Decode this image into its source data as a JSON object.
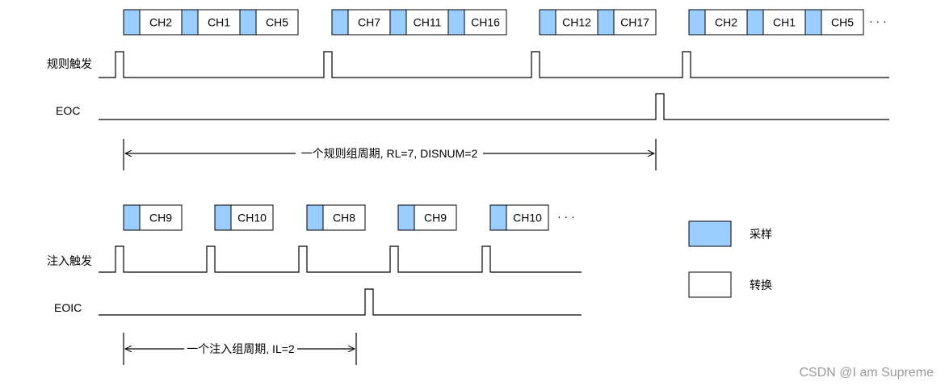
{
  "colors": {
    "sample": "#99ccff",
    "convert": "#ffffff",
    "line": "#000000",
    "watermark": "#9a9a9a"
  },
  "regular": {
    "groups": [
      [
        "CH2",
        "CH1",
        "CH5"
      ],
      [
        "CH7",
        "CH11",
        "CH16"
      ],
      [
        "CH12",
        "CH17"
      ],
      [
        "CH2",
        "CH1",
        "CH5"
      ]
    ],
    "ellipsis": "· · ·",
    "trigger_label": "规则触发",
    "eoc_label": "EOC",
    "period_label": "一个规则组周期, RL=7, DISNUM=2"
  },
  "injected": {
    "groups": [
      [
        "CH9"
      ],
      [
        "CH10"
      ],
      [
        "CH8"
      ],
      [
        "CH9"
      ],
      [
        "CH10"
      ]
    ],
    "ellipsis": "· · ·",
    "trigger_label": "注入触发",
    "eoic_label": "EOIC",
    "period_label": "一个注入组周期, IL=2"
  },
  "legend": {
    "sample_label": "采样",
    "convert_label": "转换"
  },
  "watermark": "CSDN @I am Supreme"
}
